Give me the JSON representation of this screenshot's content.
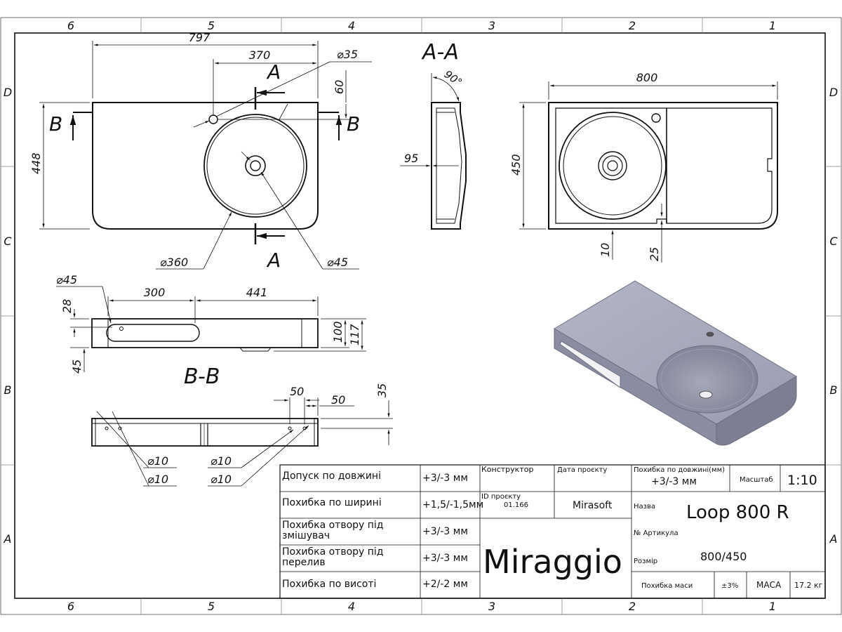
{
  "frame": {
    "columns": [
      "6",
      "5",
      "4",
      "3",
      "2",
      "1"
    ],
    "rows": [
      "D",
      "C",
      "B",
      "A"
    ]
  },
  "plan_view": {
    "dims": {
      "overall_length": "797",
      "hole_offset": "370",
      "tap_hole_dia": "⌀35",
      "tap_offset": "60",
      "depth": "448",
      "bowl_dia": "⌀360",
      "drain_dia": "⌀45"
    },
    "section_marks": {
      "aa": "A",
      "bb": "B"
    }
  },
  "section_aa": {
    "title": "A-A",
    "dims": {
      "angle": "90°",
      "width": "95"
    }
  },
  "bottom_view": {
    "dims": {
      "length": "800",
      "width": "450",
      "rim": "10",
      "slot": "25"
    }
  },
  "side_view": {
    "dims": {
      "slot_dia": "⌀45",
      "slot_length": "300",
      "slot_offset": "441",
      "slot_top": "28",
      "height_a": "100",
      "height_b": "117",
      "slot_low": "45"
    }
  },
  "section_bb": {
    "title": "B-B",
    "dims": {
      "spacing_a": "50",
      "spacing_b": "50",
      "height": "35",
      "hole_1": "⌀10",
      "hole_2": "⌀10",
      "hole_3": "⌀10",
      "hole_4": "⌀10"
    }
  },
  "title_block": {
    "tolerances": [
      {
        "label": "Допуск по довжині",
        "value": "+3/-3 мм"
      },
      {
        "label": "Похибка по ширині",
        "value": "+1,5/-1,5мм"
      },
      {
        "label": "Похибка отвору під змішувач",
        "value": "+3/-3 мм"
      },
      {
        "label": "Похибка отвору під перелив",
        "value": "+3/-3 мм"
      },
      {
        "label": "Похибка по висоті",
        "value": "+2/-2 мм"
      }
    ],
    "designer_label": "Конструктор",
    "project_date_label": "Дата проєкту",
    "project_id_label": "ID проєкту",
    "project_id": "01.166",
    "designer": "Mirasoft",
    "brand": "Miraggio",
    "length_error_label": "Похибка по довжині(мм)",
    "length_error_value": "+3/-3 мм",
    "scale_label": "Масштаб",
    "scale_value": "1:10",
    "name_label": "Назва",
    "name_value": "Loop 800 R",
    "article_label": "№ Артикула",
    "size_label": "Розмір",
    "size_value": "800/450",
    "mass_error_label": "Похибка маси",
    "mass_error_value": "±3%",
    "mass_label": "МАСА",
    "mass_value": "17.2 кг"
  },
  "colors": {
    "line": "#111111",
    "render_top": "#a9acbd",
    "render_side": "#7c7f91",
    "render_bowl": "#8e91a3"
  }
}
